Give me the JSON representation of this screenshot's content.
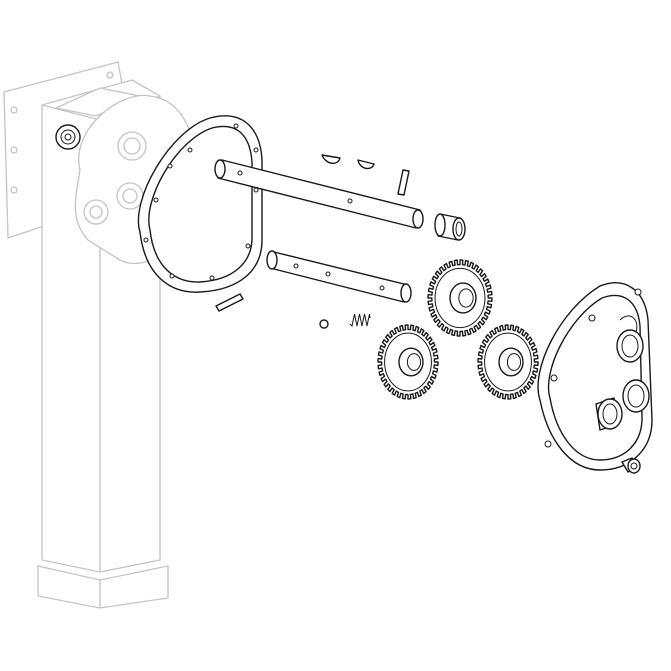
{
  "diagram": {
    "kind": "exploded-parts-drawing",
    "colors": {
      "background": "#ffffff",
      "line": "#1a1a1a",
      "ghost_line": "#c4c4c4"
    },
    "parts": [
      "housing-column",
      "gasket",
      "upper-shaft",
      "lower-shaft",
      "key-1",
      "key-2",
      "pin",
      "bushing",
      "roll-pin",
      "ball",
      "spring",
      "gear-top",
      "gear-left",
      "gear-right",
      "cover",
      "fitting"
    ]
  }
}
